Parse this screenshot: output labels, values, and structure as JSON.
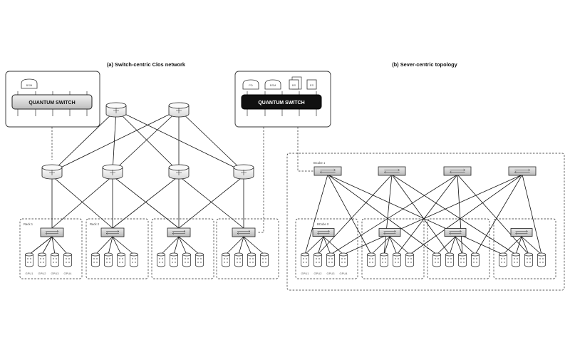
{
  "left": {
    "caption": "(a) Switch-centric Clos network",
    "panel": {
      "chip": "BSM",
      "switch_label": "QUANTUM SWITCH"
    },
    "racks": [
      "Rack 1",
      "Rack 2",
      "",
      ""
    ],
    "gpu_labels": [
      "GPU1",
      "GPU2",
      "GPU3",
      "GPU4"
    ]
  },
  "right": {
    "caption": "(b) Sever-centric topology",
    "panel": {
      "chips": [
        "PD",
        "BSM",
        "BS",
        "ES"
      ],
      "switch_label": "QUANTUM SWITCH"
    },
    "outer_label": "BCube 1",
    "inner_labels": [
      "BCube 0",
      "",
      "",
      ""
    ],
    "gpu_labels": [
      "GPU1",
      "GPU2",
      "GPU3",
      "GPU4"
    ]
  }
}
